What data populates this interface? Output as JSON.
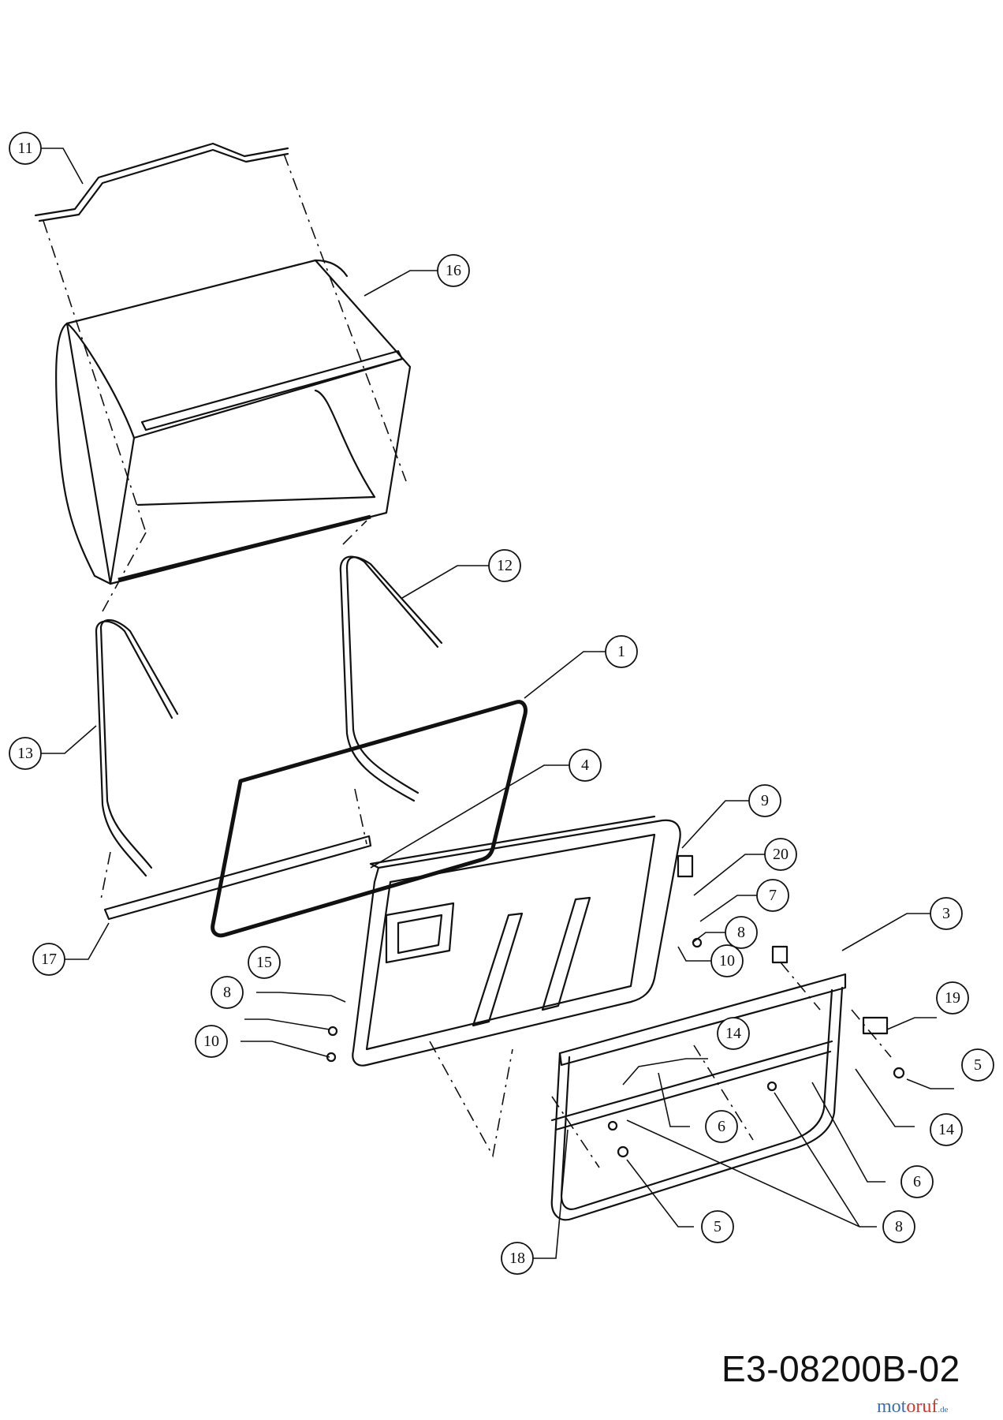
{
  "drawing": {
    "code": "E3-08200B-02",
    "watermark": {
      "part1": "mot",
      "part2": "oruf",
      "suffix": ".de"
    }
  },
  "callouts": [
    {
      "id": "c11",
      "label": "11"
    },
    {
      "id": "c16",
      "label": "16"
    },
    {
      "id": "c12",
      "label": "12"
    },
    {
      "id": "c1",
      "label": "1"
    },
    {
      "id": "c13",
      "label": "13"
    },
    {
      "id": "c4",
      "label": "4"
    },
    {
      "id": "c9",
      "label": "9"
    },
    {
      "id": "c20",
      "label": "20"
    },
    {
      "id": "c7",
      "label": "7"
    },
    {
      "id": "c3",
      "label": "3"
    },
    {
      "id": "c8a",
      "label": "8"
    },
    {
      "id": "c10a",
      "label": "10"
    },
    {
      "id": "c17",
      "label": "17"
    },
    {
      "id": "c15",
      "label": "15"
    },
    {
      "id": "c19",
      "label": "19"
    },
    {
      "id": "c8b",
      "label": "8"
    },
    {
      "id": "c10b",
      "label": "10"
    },
    {
      "id": "c14a",
      "label": "14"
    },
    {
      "id": "c5a",
      "label": "5"
    },
    {
      "id": "c6a",
      "label": "6"
    },
    {
      "id": "c14b",
      "label": "14"
    },
    {
      "id": "c6b",
      "label": "6"
    },
    {
      "id": "c5b",
      "label": "5"
    },
    {
      "id": "c8c",
      "label": "8"
    },
    {
      "id": "c18",
      "label": "18"
    }
  ]
}
